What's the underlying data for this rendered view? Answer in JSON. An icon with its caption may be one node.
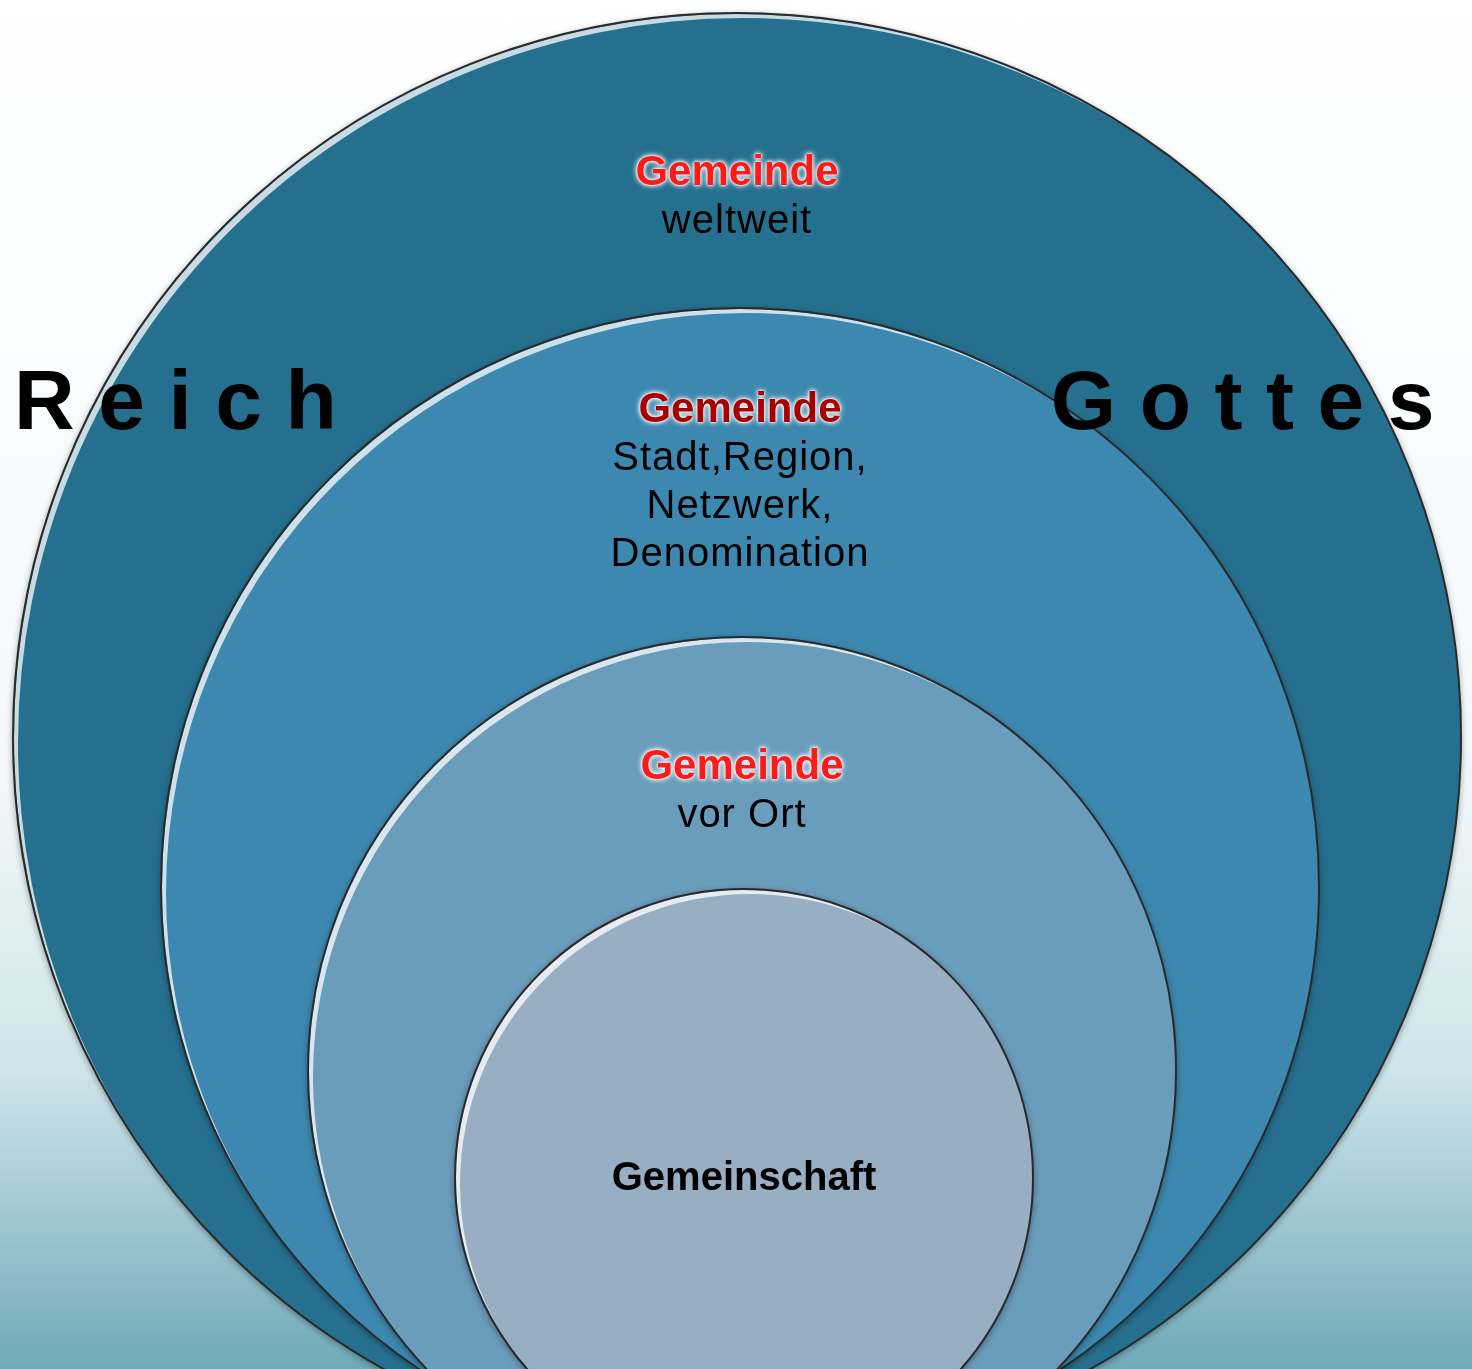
{
  "diagram": {
    "nodes": [
      {
        "text": [
          "Gemeinde",
          "weltweit"
        ]
      },
      {
        "text": [
          "Gemeinde",
          "Stadt,Region, Netzwerk, Denomination"
        ],
        "in": 0
      },
      {
        "text": [
          "Gemeinde",
          "vor Ort"
        ],
        "in": 1
      },
      {
        "text": [
          "Gemeinschaft"
        ],
        "in": 2
      }
    ],
    "labels": [
      "Reich",
      "Gottes"
    ]
  }
}
